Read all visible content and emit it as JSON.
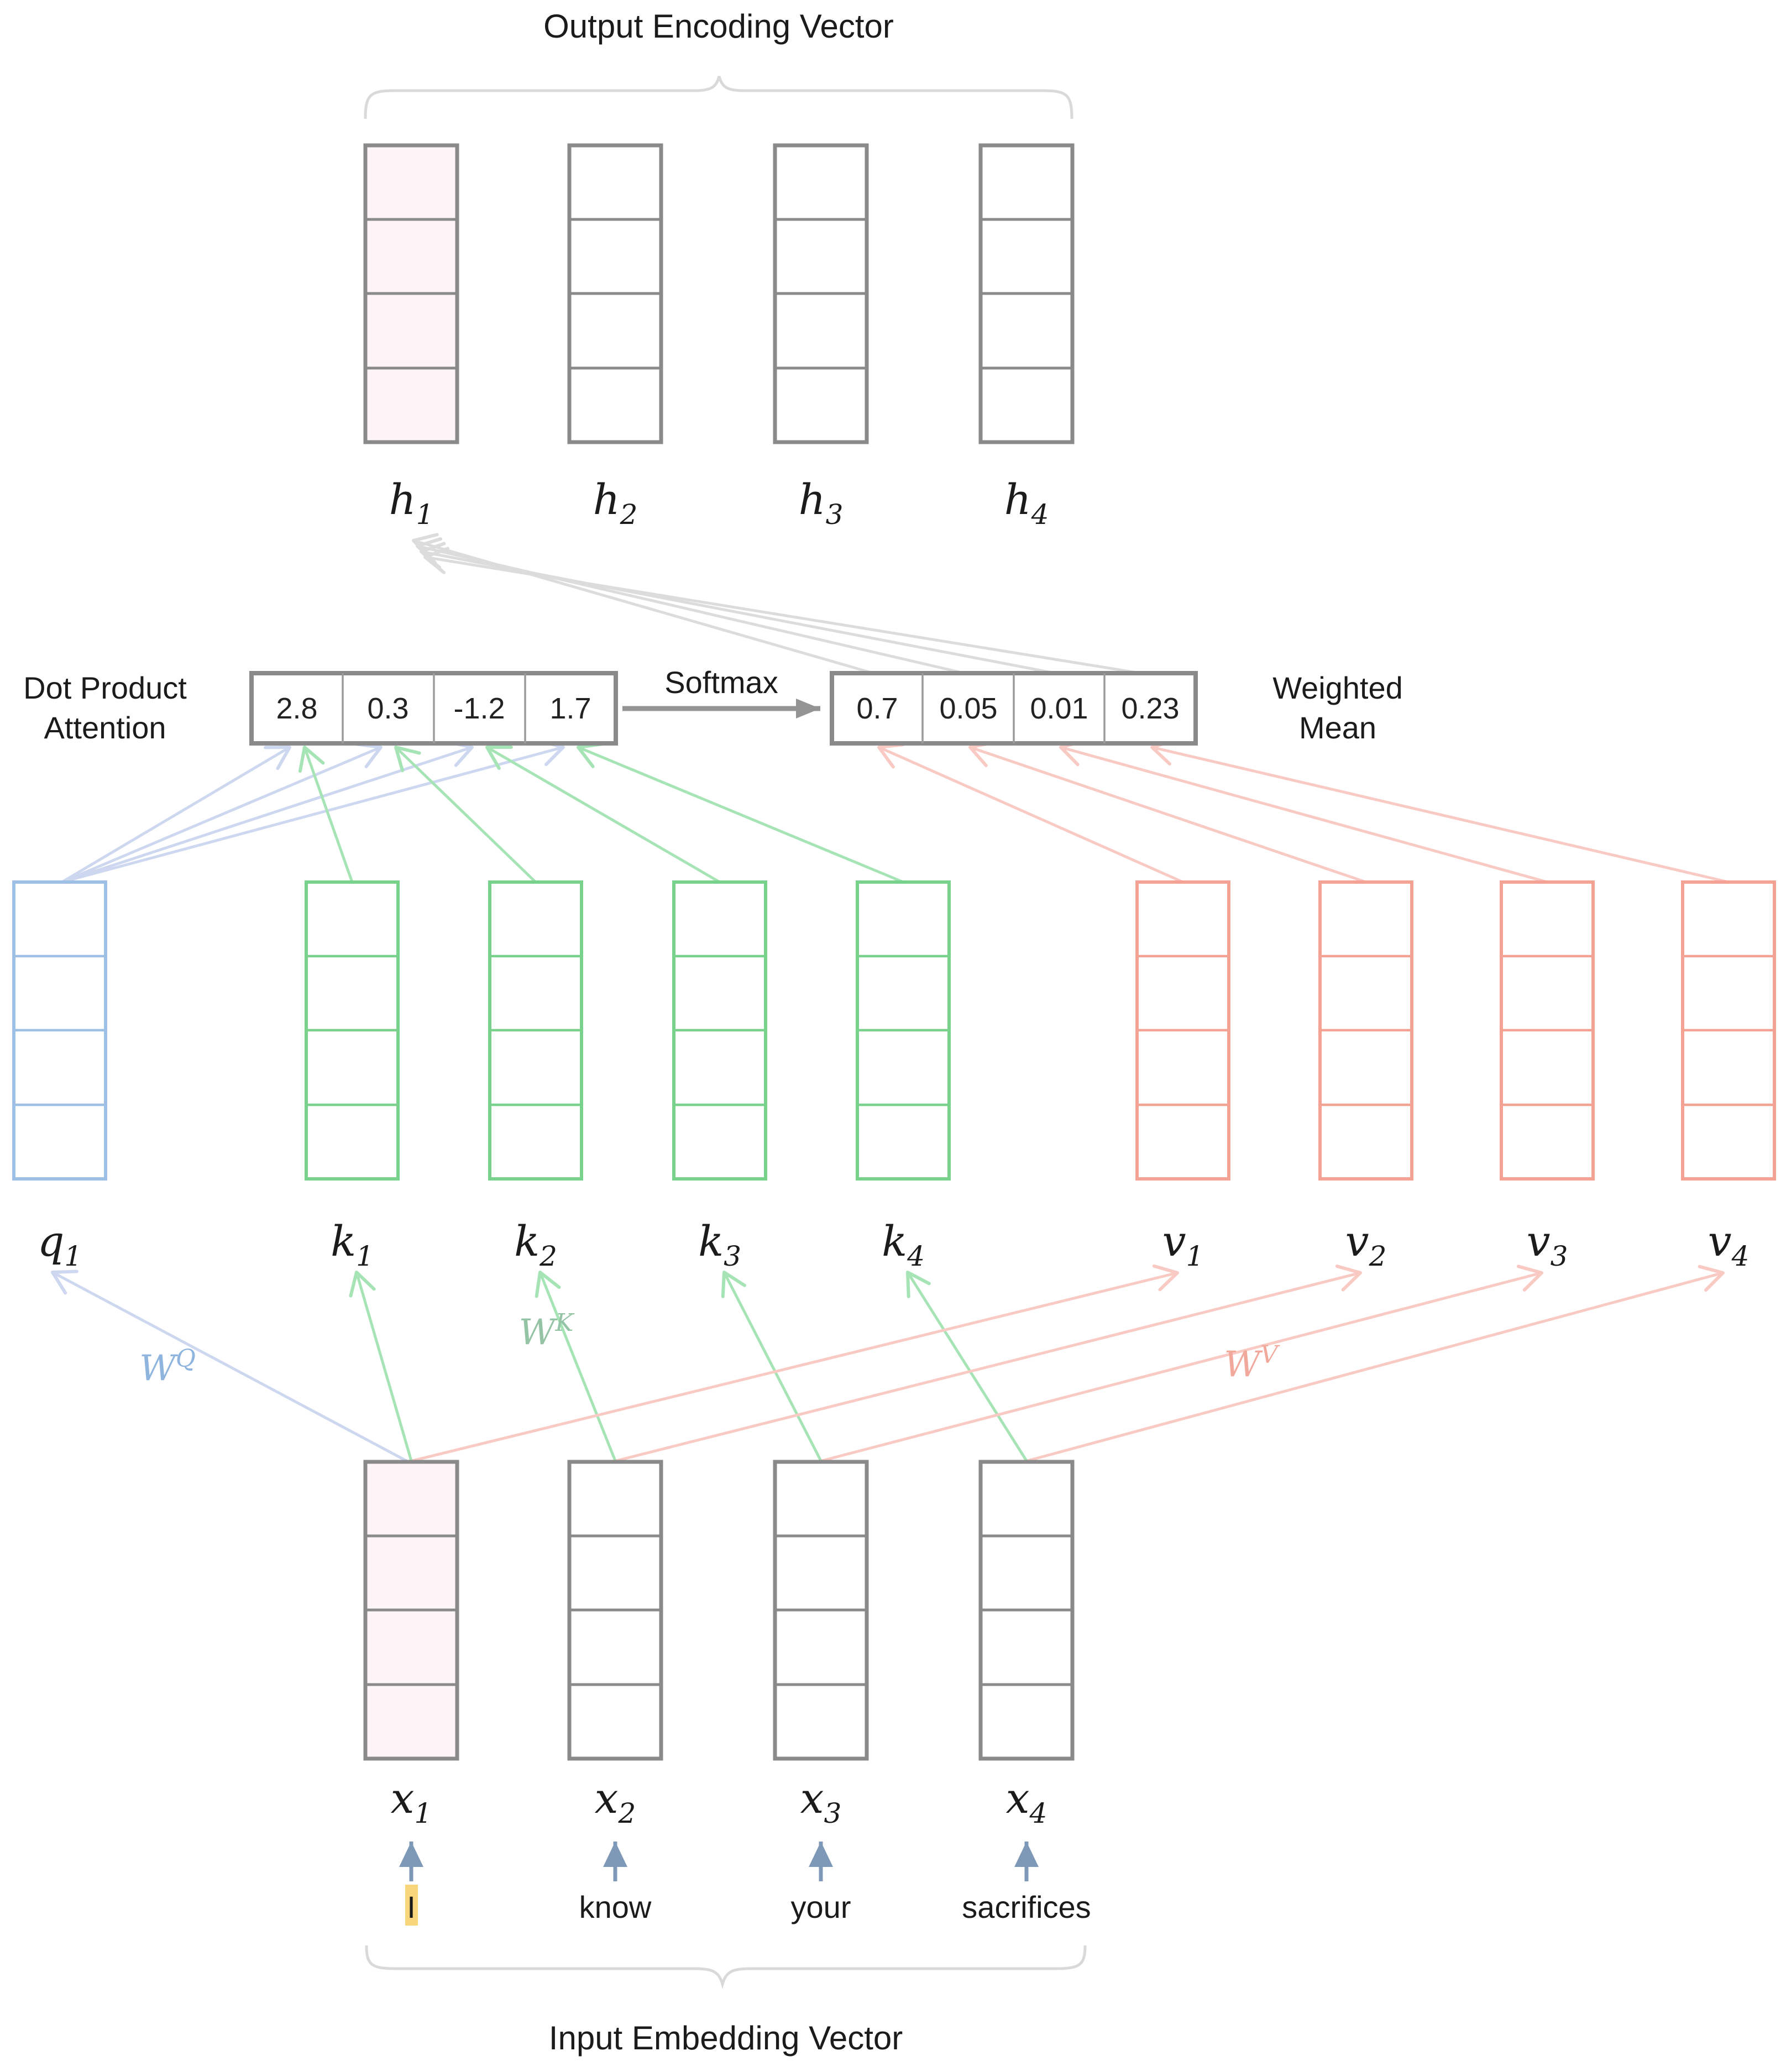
{
  "titles": {
    "top": "Output Encoding Vector",
    "bottom": "Input Embedding Vector"
  },
  "attention": {
    "left_label_line1": "Dot Product",
    "left_label_line2": "Attention",
    "softmax_label": "Softmax",
    "right_label_line1": "Weighted",
    "right_label_line2": "Mean",
    "scores": [
      "2.8",
      "0.3",
      "-1.2",
      "1.7"
    ],
    "weights": [
      "0.7",
      "0.05",
      "0.01",
      "0.23"
    ]
  },
  "labels": {
    "h": [
      {
        "base": "h",
        "sub": "1"
      },
      {
        "base": "h",
        "sub": "2"
      },
      {
        "base": "h",
        "sub": "3"
      },
      {
        "base": "h",
        "sub": "4"
      }
    ],
    "q": [
      {
        "base": "q",
        "sub": "1"
      }
    ],
    "k": [
      {
        "base": "k",
        "sub": "1"
      },
      {
        "base": "k",
        "sub": "2"
      },
      {
        "base": "k",
        "sub": "3"
      },
      {
        "base": "k",
        "sub": "4"
      }
    ],
    "v": [
      {
        "base": "v",
        "sub": "1"
      },
      {
        "base": "v",
        "sub": "2"
      },
      {
        "base": "v",
        "sub": "3"
      },
      {
        "base": "v",
        "sub": "4"
      }
    ],
    "x": [
      {
        "base": "x",
        "sub": "1"
      },
      {
        "base": "x",
        "sub": "2"
      },
      {
        "base": "x",
        "sub": "3"
      },
      {
        "base": "x",
        "sub": "4"
      }
    ]
  },
  "matrices": {
    "wq": {
      "base": "W",
      "sup": "Q"
    },
    "wk": {
      "base": "W",
      "sup": "K"
    },
    "wv": {
      "base": "W",
      "sup": "V"
    }
  },
  "words": [
    "I",
    "know",
    "your",
    "sacrifices"
  ],
  "highlighted_word": "I",
  "colors": {
    "box_border_gray": "#8a8a8a",
    "pink_fill": "#fdf4f8",
    "query_blue": "#9fc0e5",
    "key_green": "#79d28c",
    "value_salmon": "#f4a294",
    "arrow_blue": "#cdd7ef",
    "arrow_green": "#a6e4b6",
    "arrow_salmon": "#f9c9c3",
    "arrow_gray": "#dcdcdc",
    "softmax_arrow_gray": "#949494",
    "word_arrow_blue": "#7e98b8",
    "highlight_yellow": "#f8d67c",
    "wq_label_blue": "#8fb5de",
    "wk_label_green": "#95c3a5",
    "wv_label_salmon": "#f1a99c",
    "brace_gray": "#d9d9d9"
  }
}
